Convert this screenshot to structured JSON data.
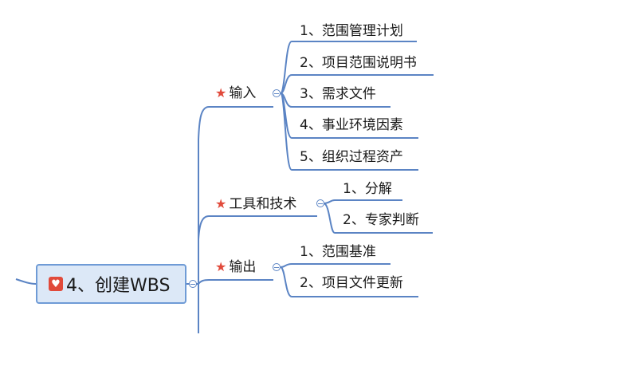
{
  "root": {
    "label": "4、创建WBS",
    "icon": "heart-icon"
  },
  "branches": [
    {
      "label": "输入",
      "icon": "star-icon",
      "children": [
        "1、范围管理计划",
        "2、项目范围说明书",
        "3、需求文件",
        "4、事业环境因素",
        "5、组织过程资产"
      ]
    },
    {
      "label": "工具和技术",
      "icon": "star-icon",
      "children": [
        "1、分解",
        "2、专家判断"
      ]
    },
    {
      "label": "输出",
      "icon": "star-icon",
      "children": [
        "1、范围基准",
        "2、项目文件更新"
      ]
    }
  ],
  "colors": {
    "line": "#5b84c4",
    "root_fill": "#dce8f7",
    "root_border": "#6f9bd6",
    "star": "#e14a3b"
  }
}
